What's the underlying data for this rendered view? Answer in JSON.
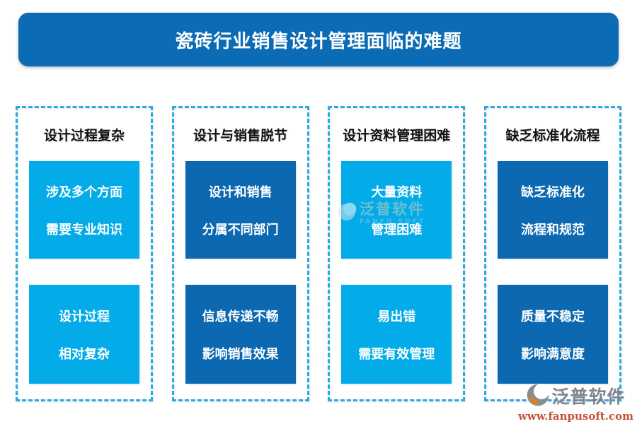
{
  "title": "瓷砖行业销售设计管理面临的难题",
  "colors": {
    "banner_blue": "#0B6BB4",
    "light_box_blue": "#03ACE8",
    "dark_box_blue": "#0B68B1",
    "dashed_border_blue": "#2BA9E3",
    "heading_text": "#111111",
    "box_text": "#FFFFFF",
    "logo_name_gray": "#7F848D",
    "logo_url_orange": "#C5533B"
  },
  "columns": [
    {
      "heading": "设计过程复杂",
      "color": "#03ACE8",
      "boxes": [
        {
          "line1": "涉及多个方面",
          "line2": "需要专业知识"
        },
        {
          "line1": "设计过程",
          "line2": "相对复杂"
        }
      ]
    },
    {
      "heading": "设计与销售脱节",
      "color": "#0B68B1",
      "boxes": [
        {
          "line1": "设计和销售",
          "line2": "分属不同部门"
        },
        {
          "line1": "信息传递不畅",
          "line2": "影响销售效果"
        }
      ]
    },
    {
      "heading": "设计资料管理困难",
      "color": "#03ACE8",
      "boxes": [
        {
          "line1": "大量资料",
          "line2": "管理困难"
        },
        {
          "line1": "易出错",
          "line2": "需要有效管理"
        }
      ]
    },
    {
      "heading": "缺乏标准化流程",
      "color": "#0B68B1",
      "boxes": [
        {
          "line1": "缺乏标准化",
          "line2": "流程和规范"
        },
        {
          "line1": "质量不稳定",
          "line2": "影响满意度"
        }
      ]
    }
  ],
  "watermark": {
    "name": "泛普软件",
    "subtext": "FANPU SOFT"
  },
  "logo": {
    "name": "泛普软件",
    "url": "www.fanpusoft.com"
  }
}
